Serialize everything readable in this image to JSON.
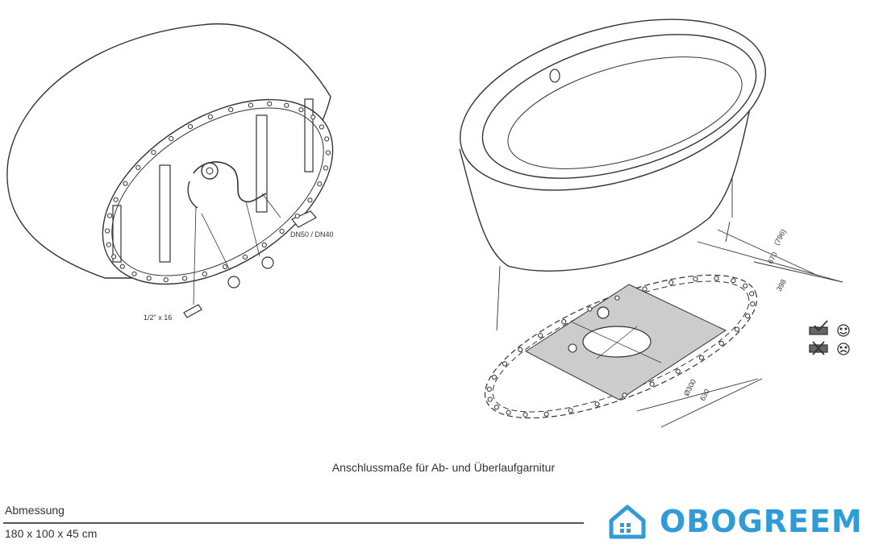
{
  "colors": {
    "brand": "#2f9bd7",
    "line": "#333333",
    "shaded": "#cccccc"
  },
  "left_view": {
    "drain_label": "DN50 / DN40",
    "valve_label": "1/2\" x 16"
  },
  "right_view": {
    "dimensions": {
      "outer": "(796)",
      "width": "670",
      "offset": "398",
      "diameter": "Ø300",
      "length": "630"
    },
    "symbols": [
      "checkbox-smile-icon",
      "cross-frown-icon"
    ]
  },
  "caption": "Anschlussmaße für Ab- und Überlaufgarnitur",
  "spec": {
    "label": "Abmessung",
    "value": "180 x 100 x 45 cm"
  },
  "logo": {
    "text": "OBOGREEM",
    "icon": "house-icon"
  }
}
